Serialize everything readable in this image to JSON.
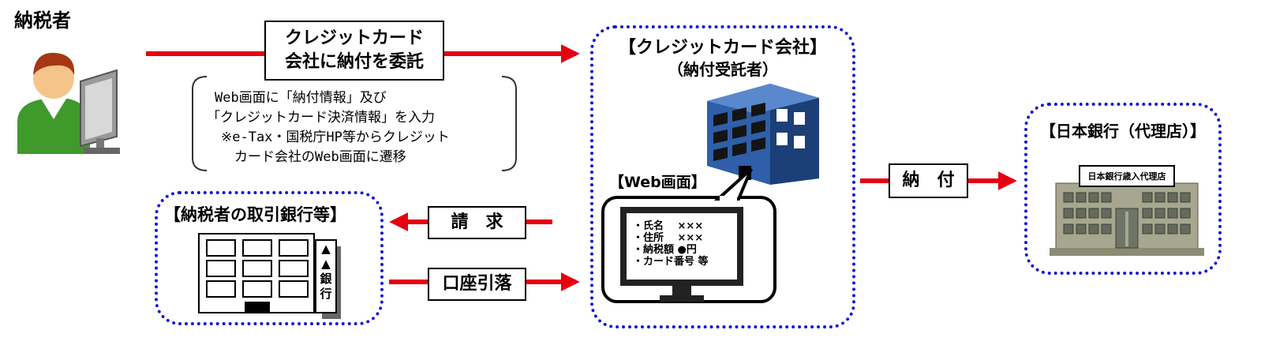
{
  "taxpayer": {
    "label": "納税者"
  },
  "delegate_box": {
    "lines": [
      "クレジットカード",
      "会社に納付を委託"
    ]
  },
  "note": {
    "lines": [
      "Web画面に「納付情報」及び",
      "「クレジットカード決済情報」を入力",
      "※e-Tax・国税庁HP等からクレジット",
      "　カード会社のWeb画面に遷移"
    ]
  },
  "card_company": {
    "title": "【クレジットカード会社】",
    "subtitle": "（納付受託者）"
  },
  "web_screen": {
    "label": "【Web画面】",
    "fields": [
      "・氏名　 ×××",
      "・住所　 ×××",
      "・納税額 ●円",
      "・カード番号 等"
    ]
  },
  "bank": {
    "title": "【納税者の取引銀行等】",
    "sign": [
      "▲",
      "▲",
      "銀",
      "行"
    ]
  },
  "request_box": {
    "label": "請　求"
  },
  "debit_box": {
    "label": "口座引落"
  },
  "payment_box": {
    "label": "納　付"
  },
  "boj": {
    "title": "【日本銀行（代理店）】",
    "sign": "日本銀行歳入代理店"
  },
  "colors": {
    "arrow": "#e60012",
    "dotted_border": "#1515d8",
    "building_blue": "#2e5fa8"
  },
  "icons": [
    "person-at-computer-icon",
    "office-building-icon",
    "bank-building-icon",
    "monitor-icon",
    "central-bank-building-icon"
  ]
}
